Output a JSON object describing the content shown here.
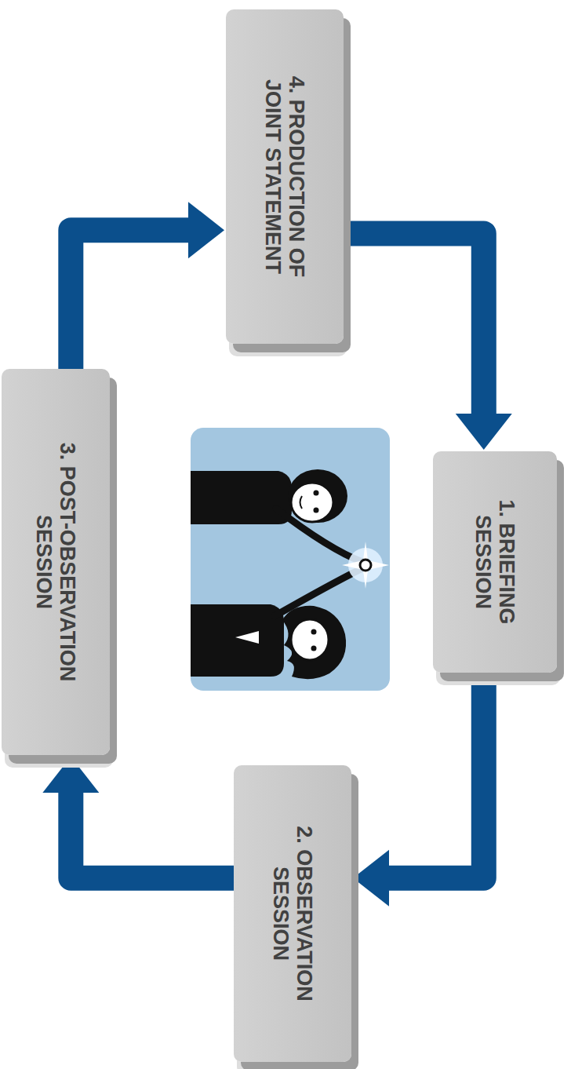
{
  "diagram": {
    "nodes": [
      {
        "text": [
          "1. BRIEFING SESSION"
        ]
      },
      {
        "text": [
          "2. OBSERVATION SESSION"
        ]
      },
      {
        "text": [
          "3. POST-OBSERVATION SESSION"
        ]
      },
      {
        "text": [
          "4. PRODUCTION OF JOINT STATEMENT"
        ]
      }
    ],
    "edges": [
      {
        "from": 0,
        "to": 1,
        "arrow": "to"
      },
      {
        "from": 1,
        "to": 2,
        "arrow": "to"
      },
      {
        "from": 2,
        "to": 3,
        "arrow": "to"
      },
      {
        "from": 3,
        "to": 0,
        "arrow": "to"
      }
    ]
  }
}
